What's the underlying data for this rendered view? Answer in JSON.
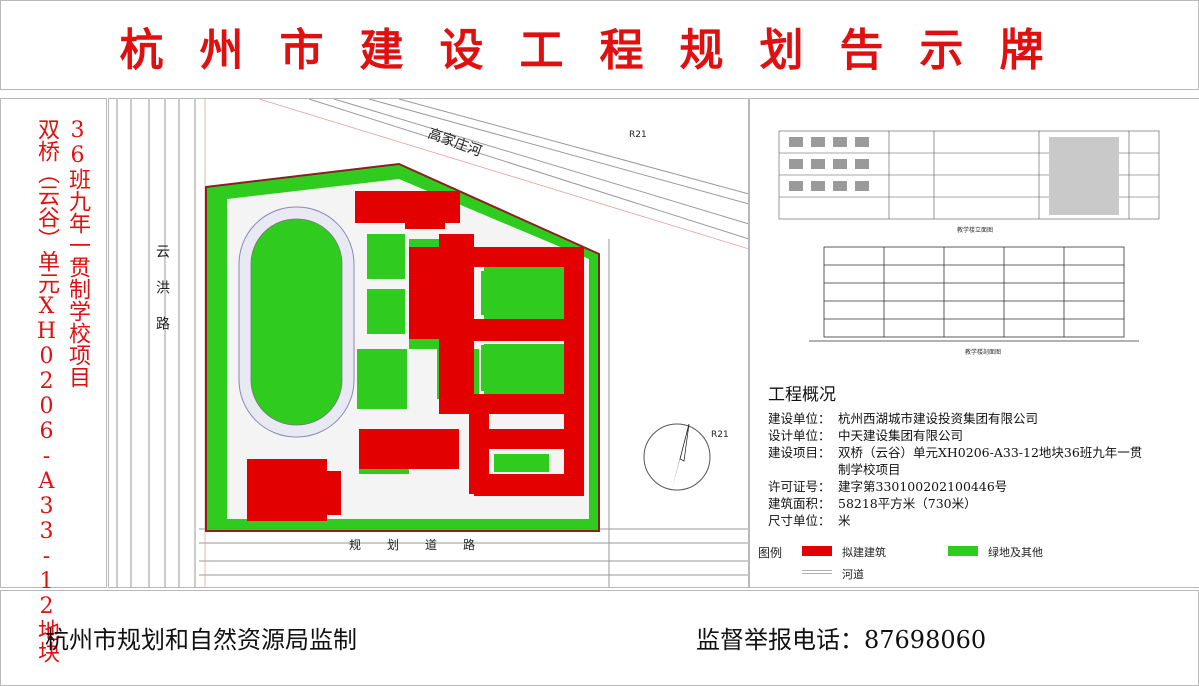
{
  "title": "杭州市建设工程规划告示牌",
  "project_vertical": {
    "line1": "36班九年一贯制学校项目",
    "line2": "双桥（云谷）单元XH0206-A33-12地块"
  },
  "map": {
    "north_road": "高家庄河",
    "west_road": "云洪路",
    "south_road": "规划道路",
    "river_code_1": "R21",
    "river_code_2": "R21"
  },
  "drawings": {
    "elevation_caption": "教学楼立面图",
    "section_caption": "教学楼剖面图"
  },
  "overview": {
    "title": "工程概况",
    "rows": [
      {
        "label": "建设单位：",
        "value": "杭州西湖城市建设投资集团有限公司"
      },
      {
        "label": "设计单位：",
        "value": "中天建设集团有限公司"
      },
      {
        "label": "建设项目：",
        "value": "双桥（云谷）单元XH0206-A33-12地块36班九年一贯制学校项目"
      },
      {
        "label": "许可证号：",
        "value": "建字第330100202100446号"
      },
      {
        "label": "建筑面积：",
        "value": "58218平方米（730米）"
      },
      {
        "label": "尺寸单位：",
        "value": "米"
      }
    ]
  },
  "legend": {
    "title": "图例",
    "items": [
      {
        "label": "拟建建筑",
        "color": "#e30000"
      },
      {
        "label": "绿地及其他",
        "color": "#2fcc1f"
      },
      {
        "label": "河道",
        "color": "#b0b0b0"
      }
    ]
  },
  "footer": {
    "authority": "杭州市规划和自然资源局监制",
    "hotline": "监督举报电话：87698060"
  },
  "colors": {
    "title_red": "#e01010",
    "building_red": "#e30000",
    "green_space": "#2fcc1f"
  }
}
